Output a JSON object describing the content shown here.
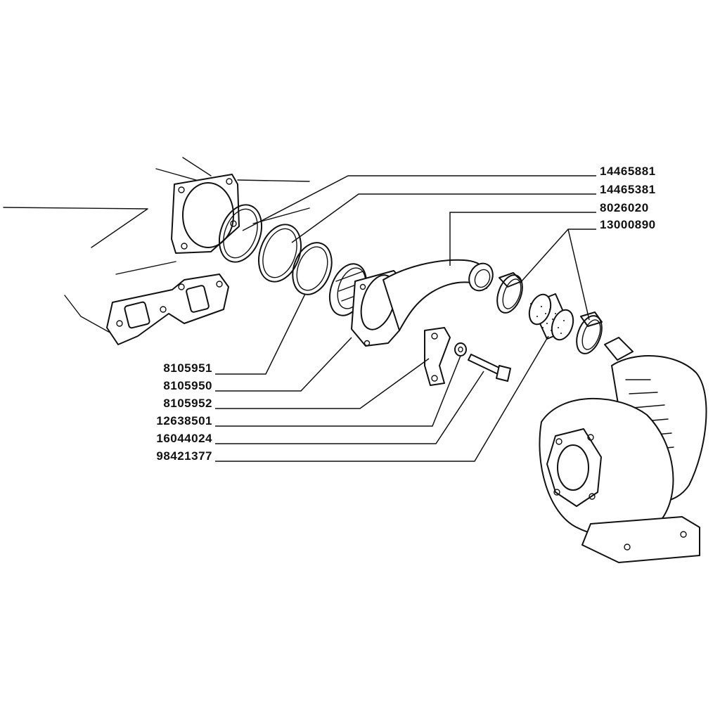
{
  "labels_right": [
    {
      "id": "p1",
      "code": "14465881"
    },
    {
      "id": "p2",
      "code": "14465381"
    },
    {
      "id": "p3",
      "code": "8026020"
    },
    {
      "id": "p4",
      "code": "13000890"
    }
  ],
  "labels_left": [
    {
      "id": "p5",
      "code": "8105951"
    },
    {
      "id": "p6",
      "code": "8105950"
    },
    {
      "id": "p7",
      "code": "8105952"
    },
    {
      "id": "p8",
      "code": "12638501"
    },
    {
      "id": "p9",
      "code": "16044024"
    },
    {
      "id": "p10",
      "code": "98421377"
    }
  ]
}
